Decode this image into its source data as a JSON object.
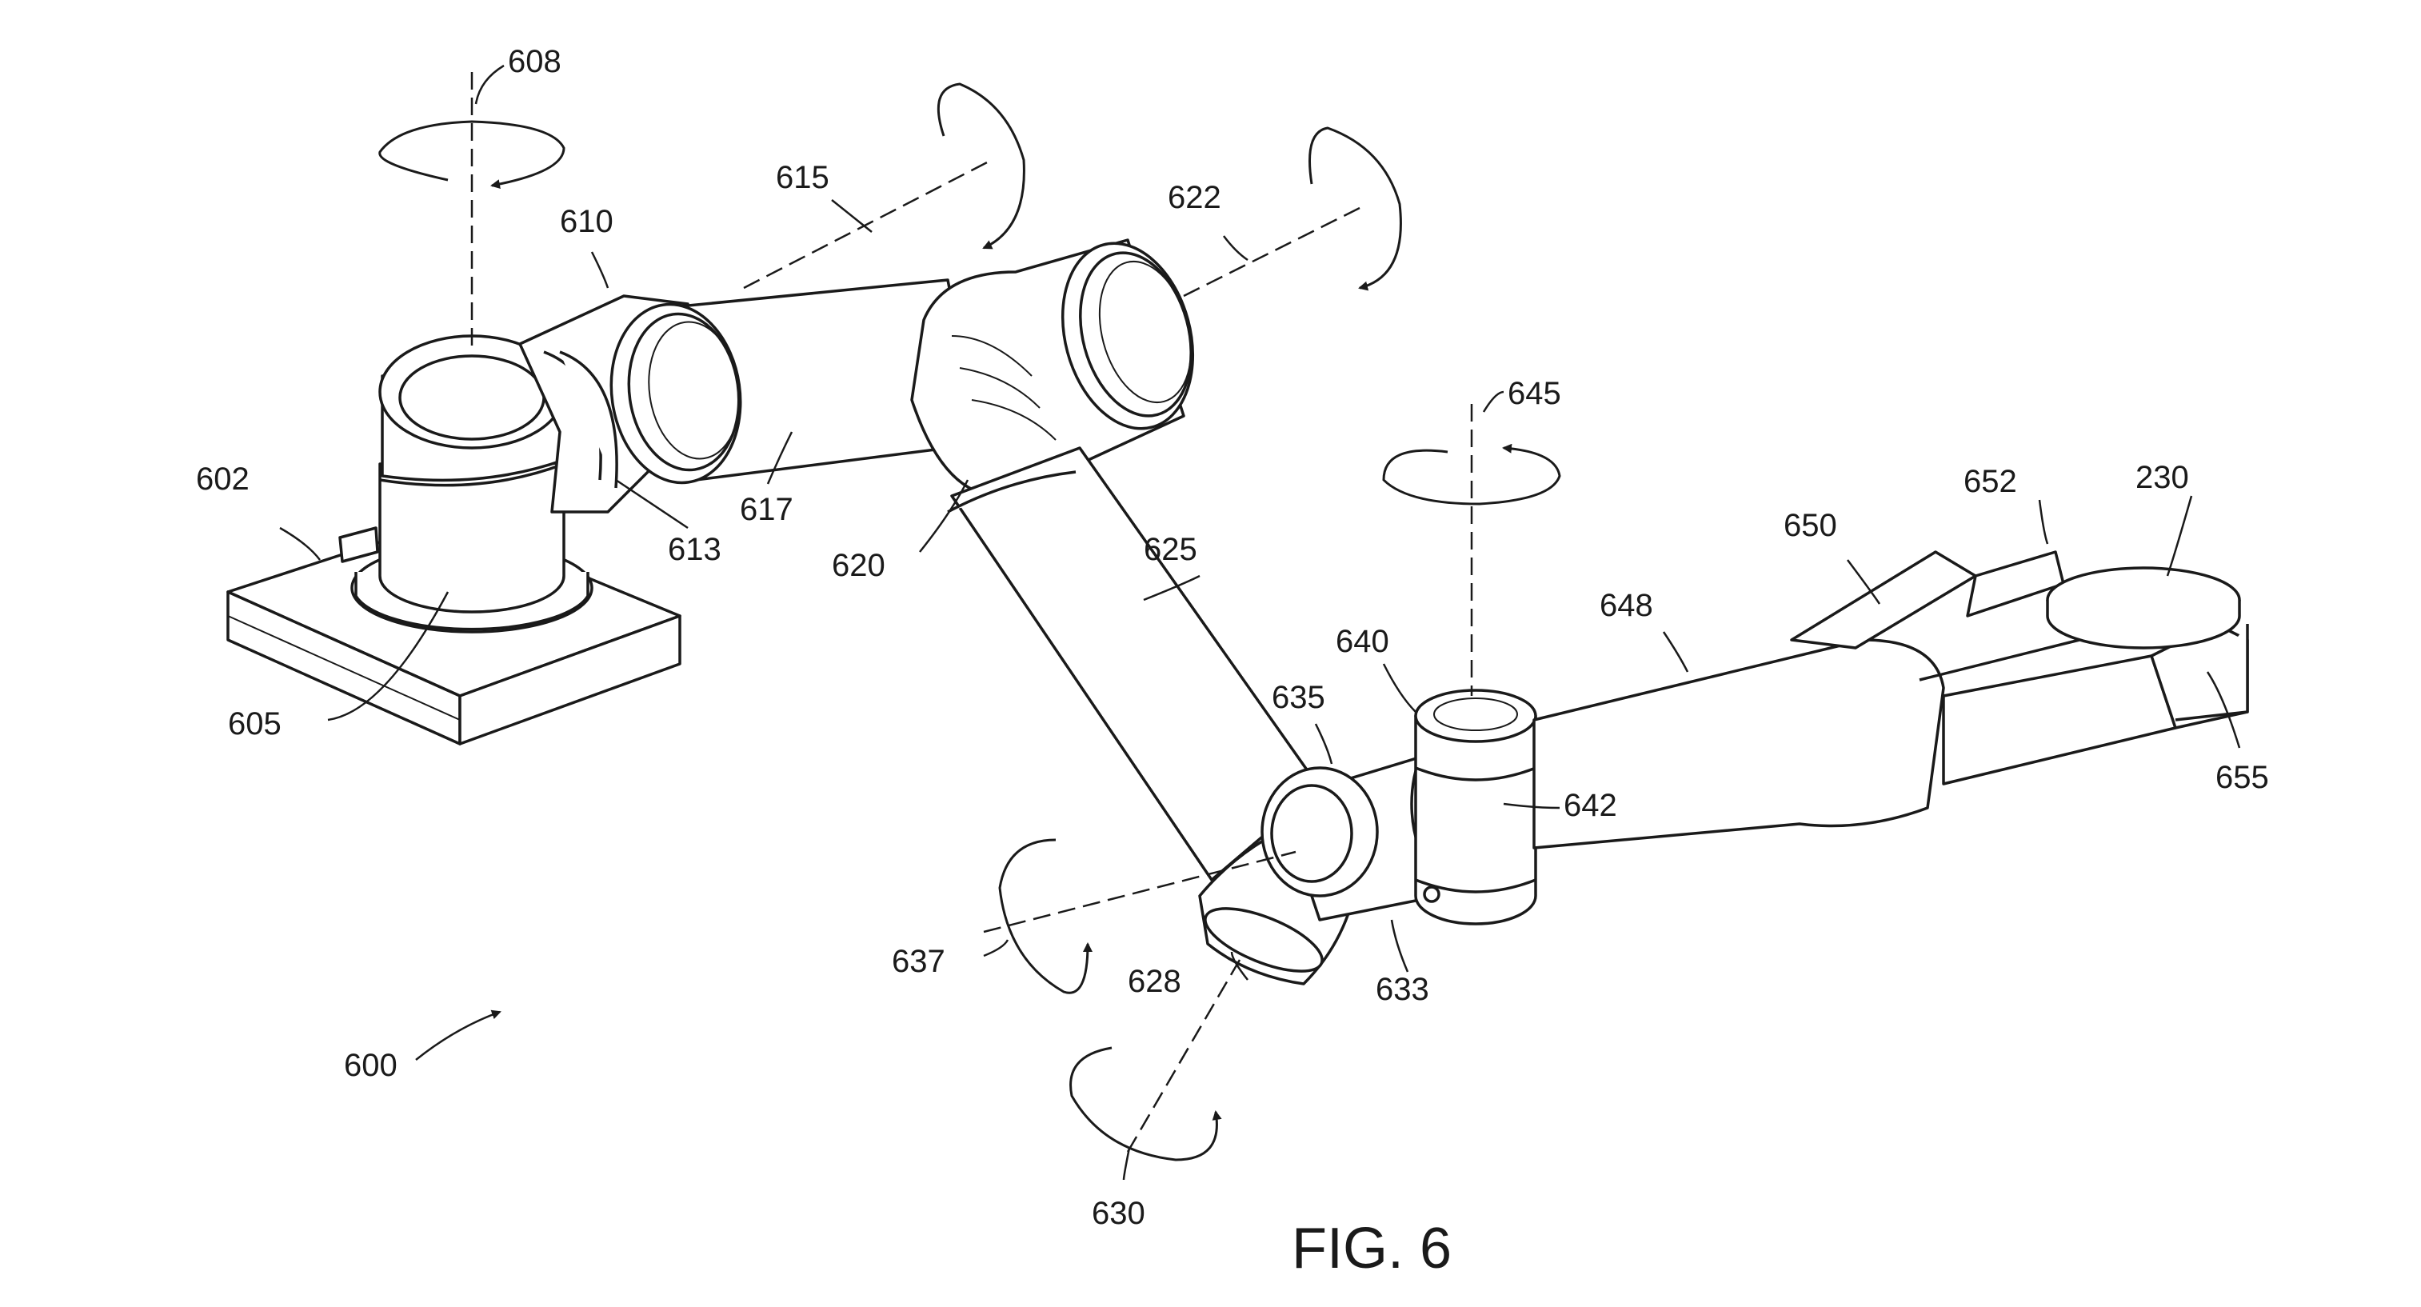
{
  "figure": {
    "caption": "FIG. 6",
    "reference_numerals": {
      "r600": "600",
      "r602": "602",
      "r605": "605",
      "r608": "608",
      "r610": "610",
      "r613": "613",
      "r615": "615",
      "r617": "617",
      "r620": "620",
      "r622": "622",
      "r625": "625",
      "r628": "628",
      "r630": "630",
      "r633": "633",
      "r635": "635",
      "r637": "637",
      "r640": "640",
      "r642": "642",
      "r645": "645",
      "r648": "648",
      "r650": "650",
      "r652": "652",
      "r655": "655",
      "r230": "230"
    }
  }
}
